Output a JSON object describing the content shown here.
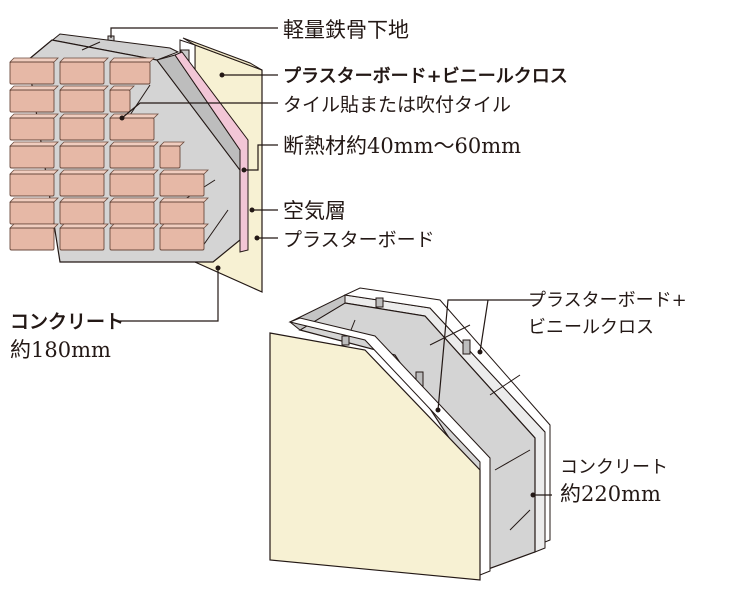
{
  "wall1": {
    "steel_base": "軽量鉄骨下地",
    "plasterboard_vinyl": "プラスターボード+ビニールクロス",
    "tile_finish": "タイル貼または吹付タイル",
    "insulation": "断熱材約40mm〜60mm",
    "air_layer": "空気層",
    "plasterboard": "プラスターボード",
    "concrete": "コンクリート",
    "concrete_thickness": "約180mm"
  },
  "wall2": {
    "plasterboard_vinyl_line1": "プラスターボード+",
    "plasterboard_vinyl_line2": "ビニールクロス",
    "concrete": "コンクリート",
    "concrete_thickness": "約220mm"
  },
  "colors": {
    "brick": "#e6b8a6",
    "brick_edge": "#6b4a3d",
    "concrete": "#d4d4d4",
    "concrete_dark": "#bdbdbd",
    "insulation": "#f2c6d6",
    "board": "#f7f1d3",
    "outline": "#231815"
  }
}
